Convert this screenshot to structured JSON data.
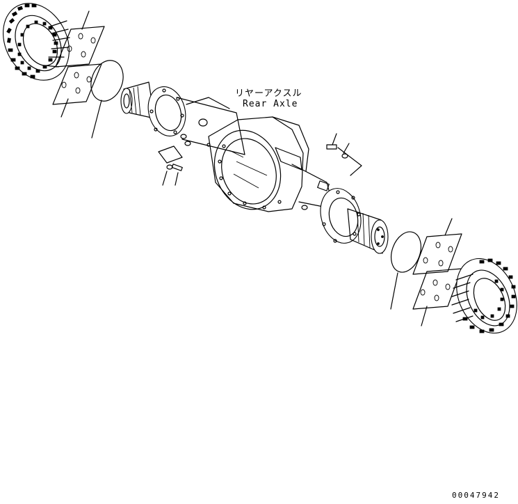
{
  "title_japanese": "リヤーアクスル",
  "title_english": "Rear Axle",
  "drawing_number": "00047942",
  "colors": {
    "line": "#000000",
    "background": "#ffffff"
  }
}
